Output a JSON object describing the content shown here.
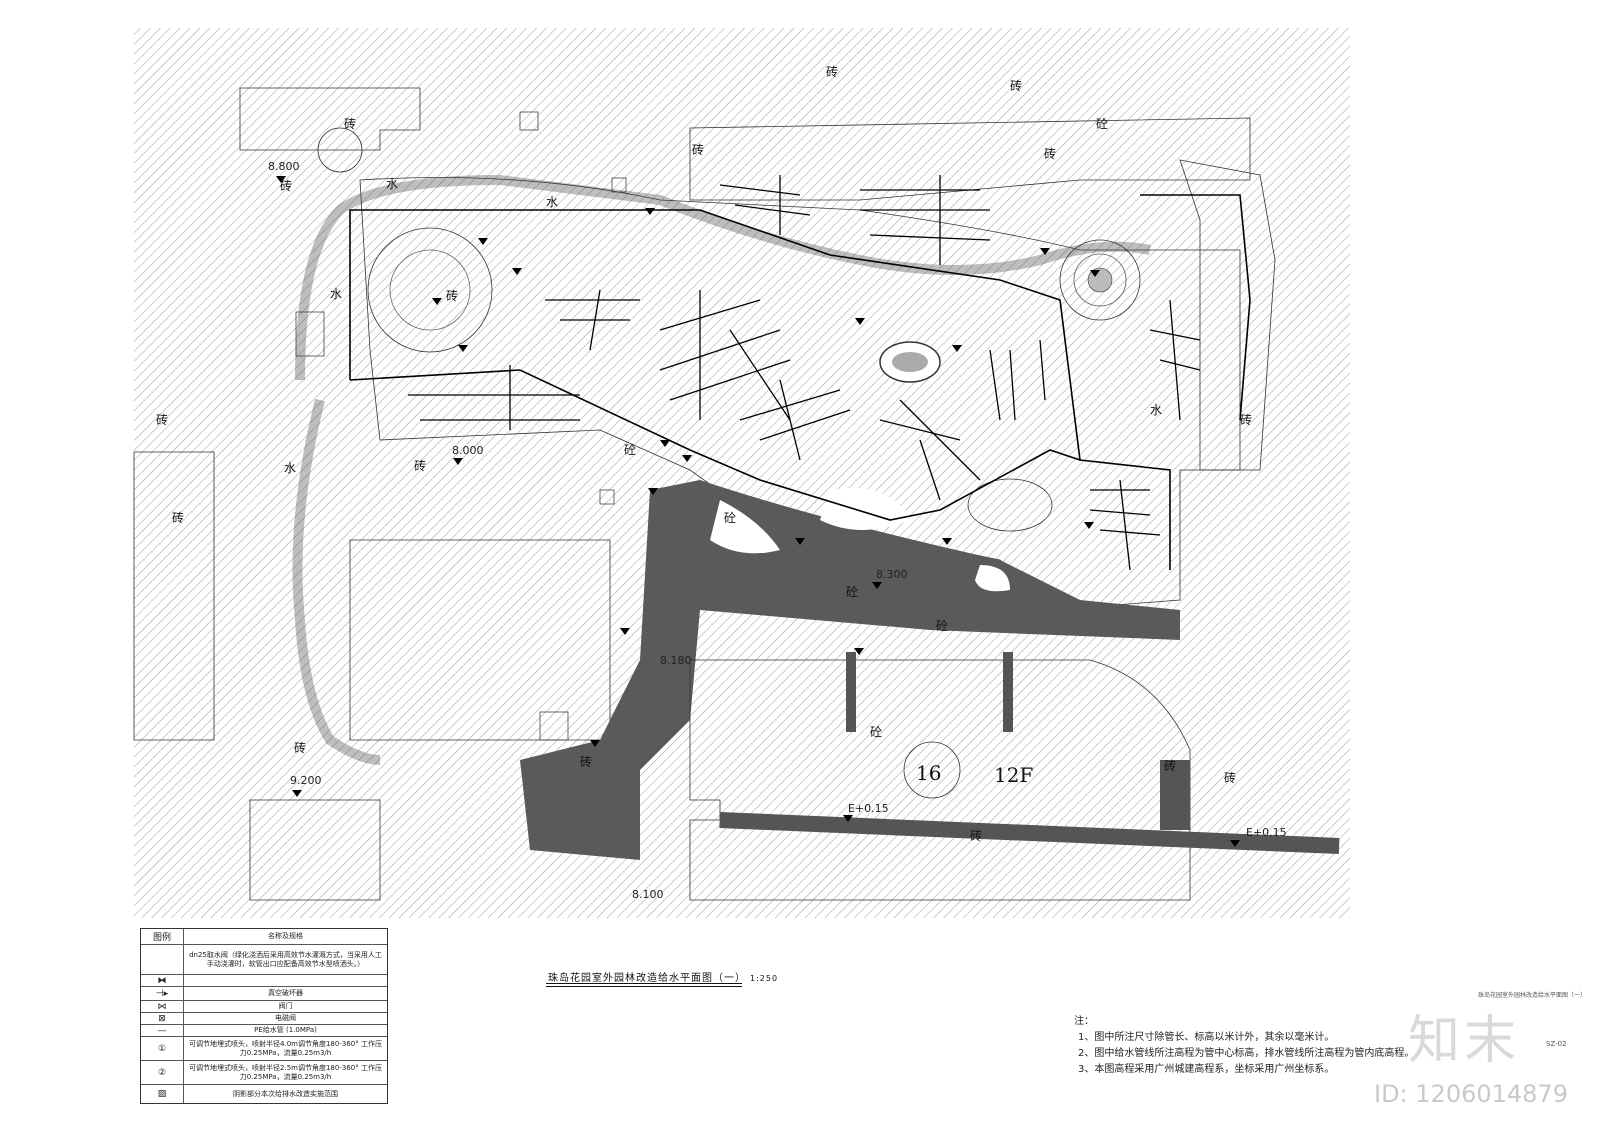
{
  "plan": {
    "material_labels": [
      "砖",
      "砼",
      "水"
    ],
    "elevations": [
      "8.800",
      "9.200",
      "8.000",
      "8.300",
      "8.180",
      "8.100",
      "E+0.15",
      "E+0.15"
    ],
    "building": {
      "number": "16",
      "floors": "12F"
    }
  },
  "legend": {
    "header_symbol": "图例",
    "header_desc": "名称及规格",
    "rows": [
      {
        "symbol": "",
        "desc": "dn25取水阀（绿化浇洒后采用高效节水灌溉方式，当采用人工手动浇灌时，软管出口应配备高效节水型喷洒头。）"
      },
      {
        "symbol": "⧓",
        "desc": ""
      },
      {
        "symbol": "⊣▸",
        "desc": "真空破坏器"
      },
      {
        "symbol": "⋈",
        "desc": "阀门"
      },
      {
        "symbol": "⊠",
        "desc": "电磁阀"
      },
      {
        "symbol": "—",
        "desc": "PE给水管 (1.0MPa)"
      },
      {
        "symbol": "①",
        "desc": "可调节地埋式喷头，喷射半径4.0m调节角度180-360° 工作压力0.25MPa，流量0.25m3/h"
      },
      {
        "symbol": "②",
        "desc": "可调节地埋式喷头，喷射半径2.5m调节角度180-360° 工作压力0.25MPa，流量0.25m3/h"
      },
      {
        "symbol": "▨",
        "desc": "阴影部分本次给排水改造实施范围"
      }
    ]
  },
  "title": {
    "text": "珠岛花园室外园林改造给水平面图（一）",
    "scale": "1:250"
  },
  "notes": {
    "heading": "注：",
    "items": [
      "1、图中所注尺寸除管长、标高以米计外，其余以毫米计。",
      "2、图中给水管线所注高程为管中心标高，排水管线所注高程为管内底高程。",
      "3、本图高程采用广州城建高程系，坐标采用广州坐标系。"
    ]
  },
  "side_title": "珠岛花园室外园林改造给水平面图（一）",
  "sheet_no": "SZ-02",
  "watermark": {
    "logo": "知末",
    "id": "ID: 1206014879"
  },
  "colors": {
    "concrete": "#555555",
    "hatch": "#9a9a9a",
    "paper": "#ffffff"
  }
}
